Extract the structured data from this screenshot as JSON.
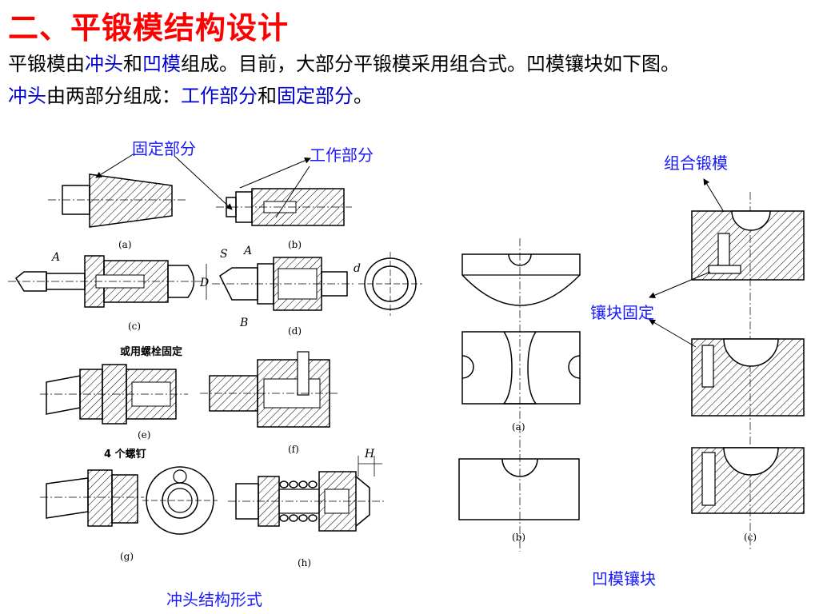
{
  "title": "二、平锻模结构设计",
  "para1": {
    "t1": "平锻模由",
    "k1": "冲头",
    "t2": "和",
    "k2": "凹模",
    "t3": "组成。目前，大部分平锻模采用组合式。凹模镶块如下图。"
  },
  "para2": {
    "k1": "冲头",
    "t1": "由两部分组成：",
    "k2": "工作部分",
    "t2": "和",
    "k3": "固定部分",
    "t3": "。"
  },
  "callouts": {
    "fixed_part": "固定部分",
    "working_part": "工作部分",
    "combined_die": "组合锻模",
    "insert_fixing": "镶块固定",
    "die_insert": "凹模镶块",
    "punch_forms": "冲头结构形式"
  },
  "figure_labels": {
    "a": "(a)",
    "b": "(b)",
    "c": "(c)",
    "d": "(d)",
    "e": "(e)",
    "f": "(f)",
    "g": "(g)",
    "h": "(h)",
    "mid_a": "(a)",
    "mid_b": "(b)",
    "right_c": "(c)"
  },
  "annotations": {
    "bolt_note": "或用螺栓固定",
    "screws_note": "4 个螺钉",
    "letter_A1": "A",
    "letter_S": "S",
    "letter_A2": "A",
    "letter_B": "B",
    "letter_D": "D",
    "letter_d": "d",
    "letter_H": "H"
  },
  "colors": {
    "title": "#ff0000",
    "keyword": "#0000cc",
    "callout": "#1a1aff"
  }
}
